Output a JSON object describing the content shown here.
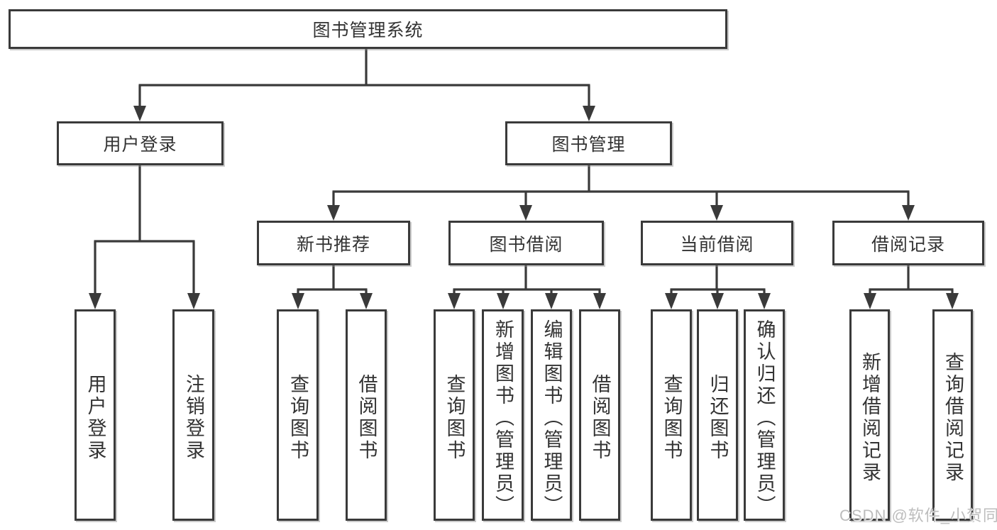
{
  "theme": {
    "line": "#3a3a3a",
    "text": "#333333",
    "box-bg": "#ffffff",
    "bg": "#ffffff",
    "watermark": "#bdbdbd"
  },
  "diagram": {
    "title": "图书管理系统",
    "watermark": "CSDN @软件_小贺同学",
    "branches": [
      {
        "label": "用户登录",
        "children": [
          {
            "label": "用户登录"
          },
          {
            "label": "注销登录"
          }
        ]
      },
      {
        "label": "图书管理",
        "sections": [
          {
            "label": "新书推荐",
            "children": [
              {
                "label": "查询图书"
              },
              {
                "label": "借阅图书"
              }
            ]
          },
          {
            "label": "图书借阅",
            "children": [
              {
                "label": "查询图书"
              },
              {
                "label": "新增图书（管理员）"
              },
              {
                "label": "编辑图书（管理员）"
              },
              {
                "label": "借阅图书"
              }
            ]
          },
          {
            "label": "当前借阅",
            "children": [
              {
                "label": "查询图书"
              },
              {
                "label": "归还图书"
              },
              {
                "label": "确认归还（管理员）"
              }
            ]
          },
          {
            "label": "借阅记录",
            "children": [
              {
                "label": "新增借阅记录"
              },
              {
                "label": "查询借阅记录"
              }
            ]
          }
        ]
      }
    ]
  }
}
